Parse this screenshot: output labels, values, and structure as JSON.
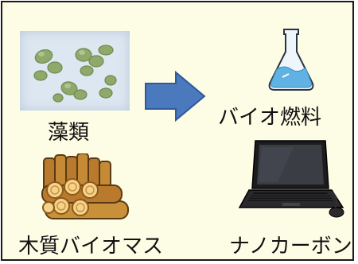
{
  "labels": {
    "algae": "藻類",
    "biofuel": "バイオ燃料",
    "woody_biomass": "木質バイオマス",
    "nanocarbon": "ナノカーボン"
  },
  "colors": {
    "background": "#fdfde6",
    "border": "#1a1a1a",
    "arrow": "#4a79bd",
    "algae_cell": "#8ea96a"
  },
  "icons": [
    "algae-image",
    "right-arrow-icon",
    "flask-icon",
    "wood-logs-image",
    "laptop-image"
  ]
}
